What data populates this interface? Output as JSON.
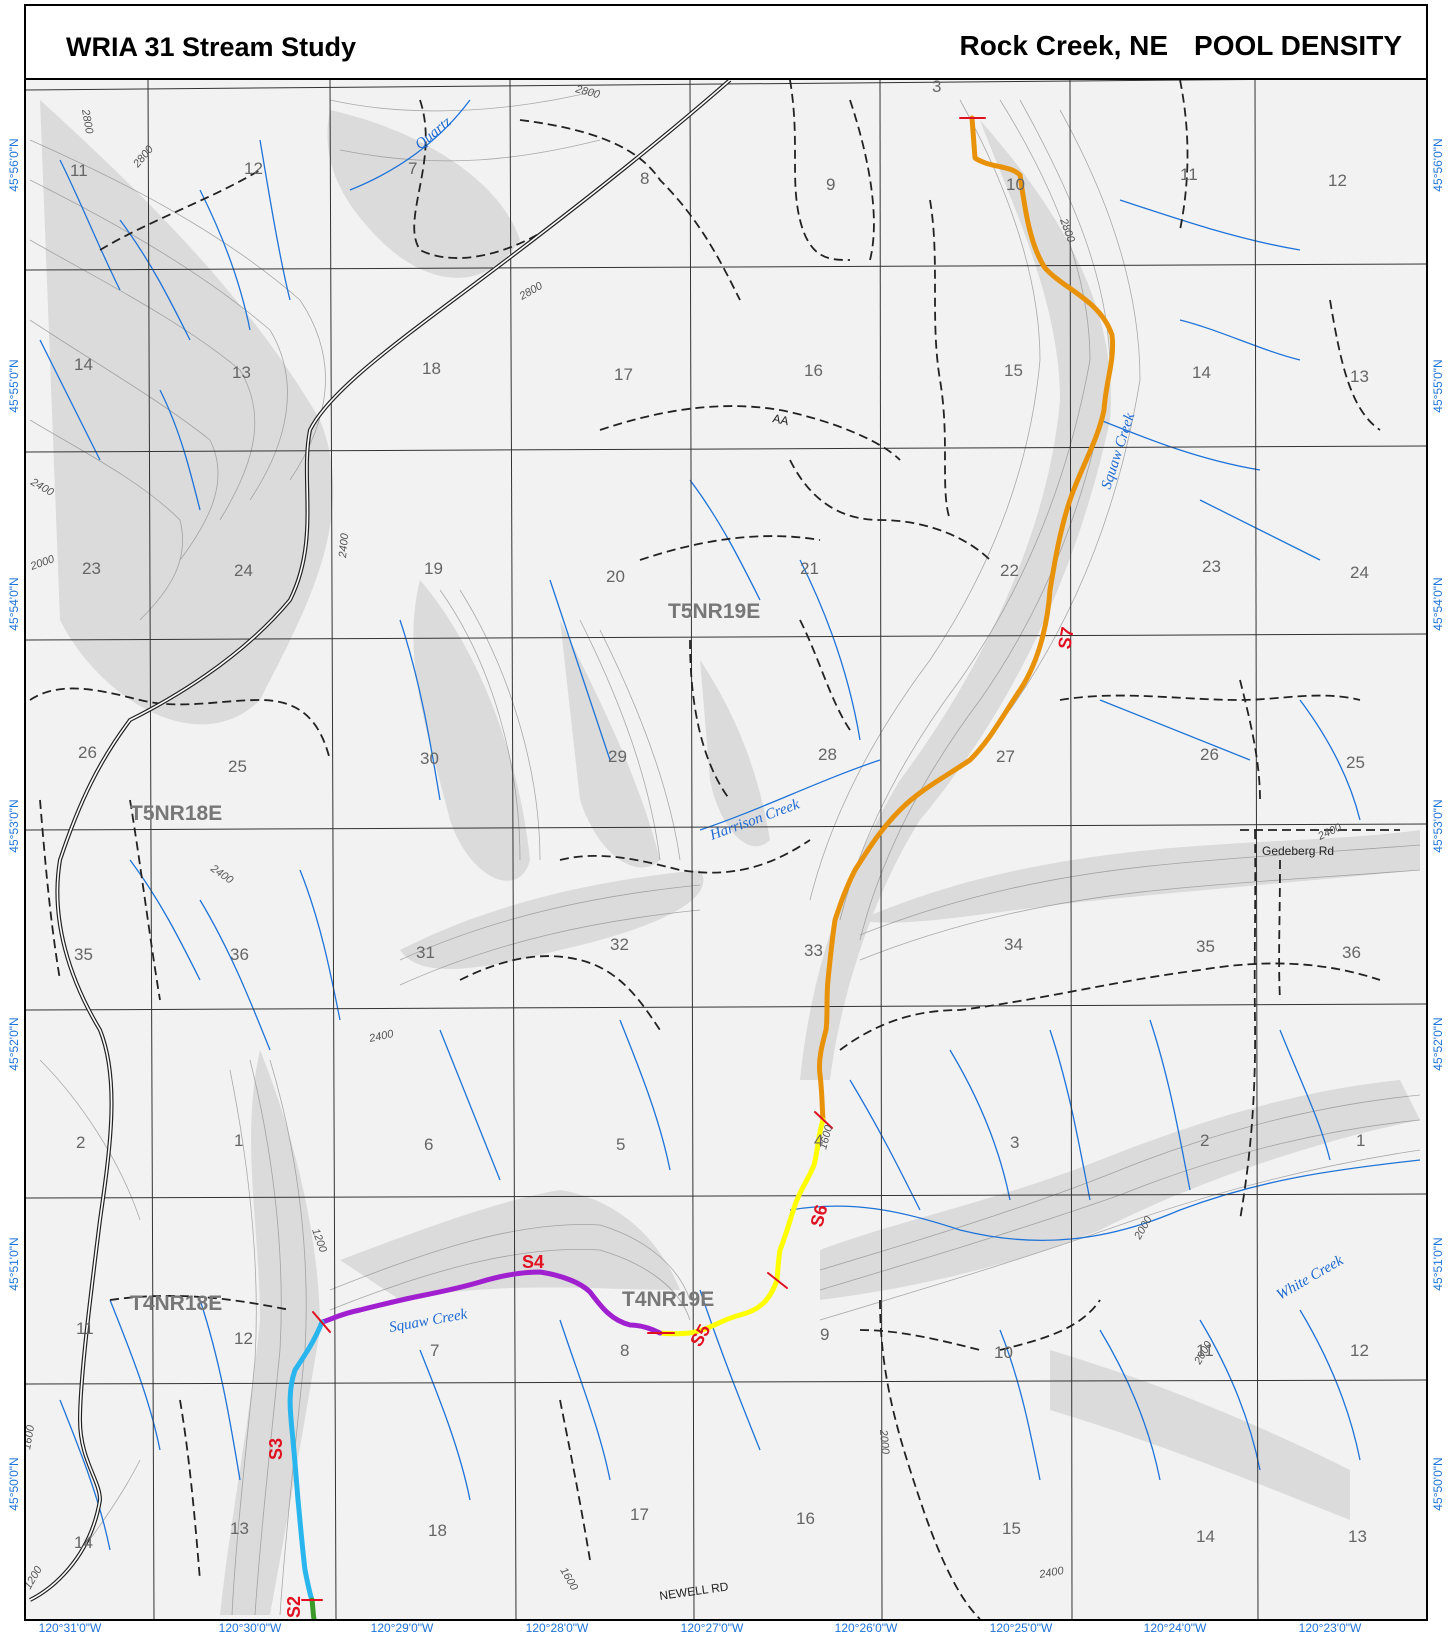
{
  "header": {
    "title_left": "WRIA 31 Stream Study",
    "title_right": "Rock Creek, NE",
    "title_metric": "POOL DENSITY"
  },
  "lat_labels": [
    "45°56'0\"N",
    "45°55'0\"N",
    "45°54'0\"N",
    "45°53'0\"N",
    "45°52'0\"N",
    "45°51'0\"N",
    "45°50'0\"N"
  ],
  "lon_labels": [
    "120°31'0\"W",
    "120°30'0\"W",
    "120°29'0\"W",
    "120°28'0\"W",
    "120°27'0\"W",
    "120°26'0\"W",
    "120°25'0\"W",
    "120°24'0\"W",
    "120°23'0\"W"
  ],
  "townships": [
    "T5NR19E",
    "T5NR18E",
    "T4NR18E",
    "T4NR19E"
  ],
  "segments": [
    "S2",
    "S3",
    "S4",
    "S5",
    "S6",
    "S7"
  ],
  "creeks": [
    "Squaw Creek",
    "Harrison Creek",
    "Squaw Creek",
    "White Creek",
    "Quartz"
  ],
  "roads": [
    "Gedeberg Rd",
    "NEWELL RD",
    "AA"
  ],
  "contours": [
    "2800",
    "2800",
    "2800",
    "2800",
    "2800",
    "2400",
    "2400",
    "2400",
    "2400",
    "2400",
    "2000",
    "2000",
    "2000",
    "2000",
    "1600",
    "1600",
    "1600",
    "1200",
    "1200"
  ],
  "sections": [
    "11",
    "12",
    "7",
    "8",
    "9",
    "10",
    "11",
    "12",
    "14",
    "13",
    "18",
    "17",
    "16",
    "15",
    "14",
    "13",
    "23",
    "24",
    "19",
    "20",
    "21",
    "22",
    "23",
    "24",
    "26",
    "25",
    "30",
    "29",
    "28",
    "27",
    "26",
    "25",
    "35",
    "36",
    "31",
    "32",
    "33",
    "34",
    "35",
    "36",
    "2",
    "1",
    "6",
    "5",
    "4",
    "3",
    "2",
    "1",
    "11",
    "12",
    "7",
    "8",
    "9",
    "10",
    "11",
    "12",
    "14",
    "13",
    "18",
    "17",
    "16",
    "15",
    "14",
    "13",
    "3"
  ],
  "colors": {
    "S2": "#3a9a2a",
    "S3": "#29b6ee",
    "S4": "#a020d0",
    "S5": "#ffff00",
    "S6": "#ffff00",
    "S7": "#e8920a",
    "stream": "#1e73d8",
    "grid": "#333333"
  }
}
